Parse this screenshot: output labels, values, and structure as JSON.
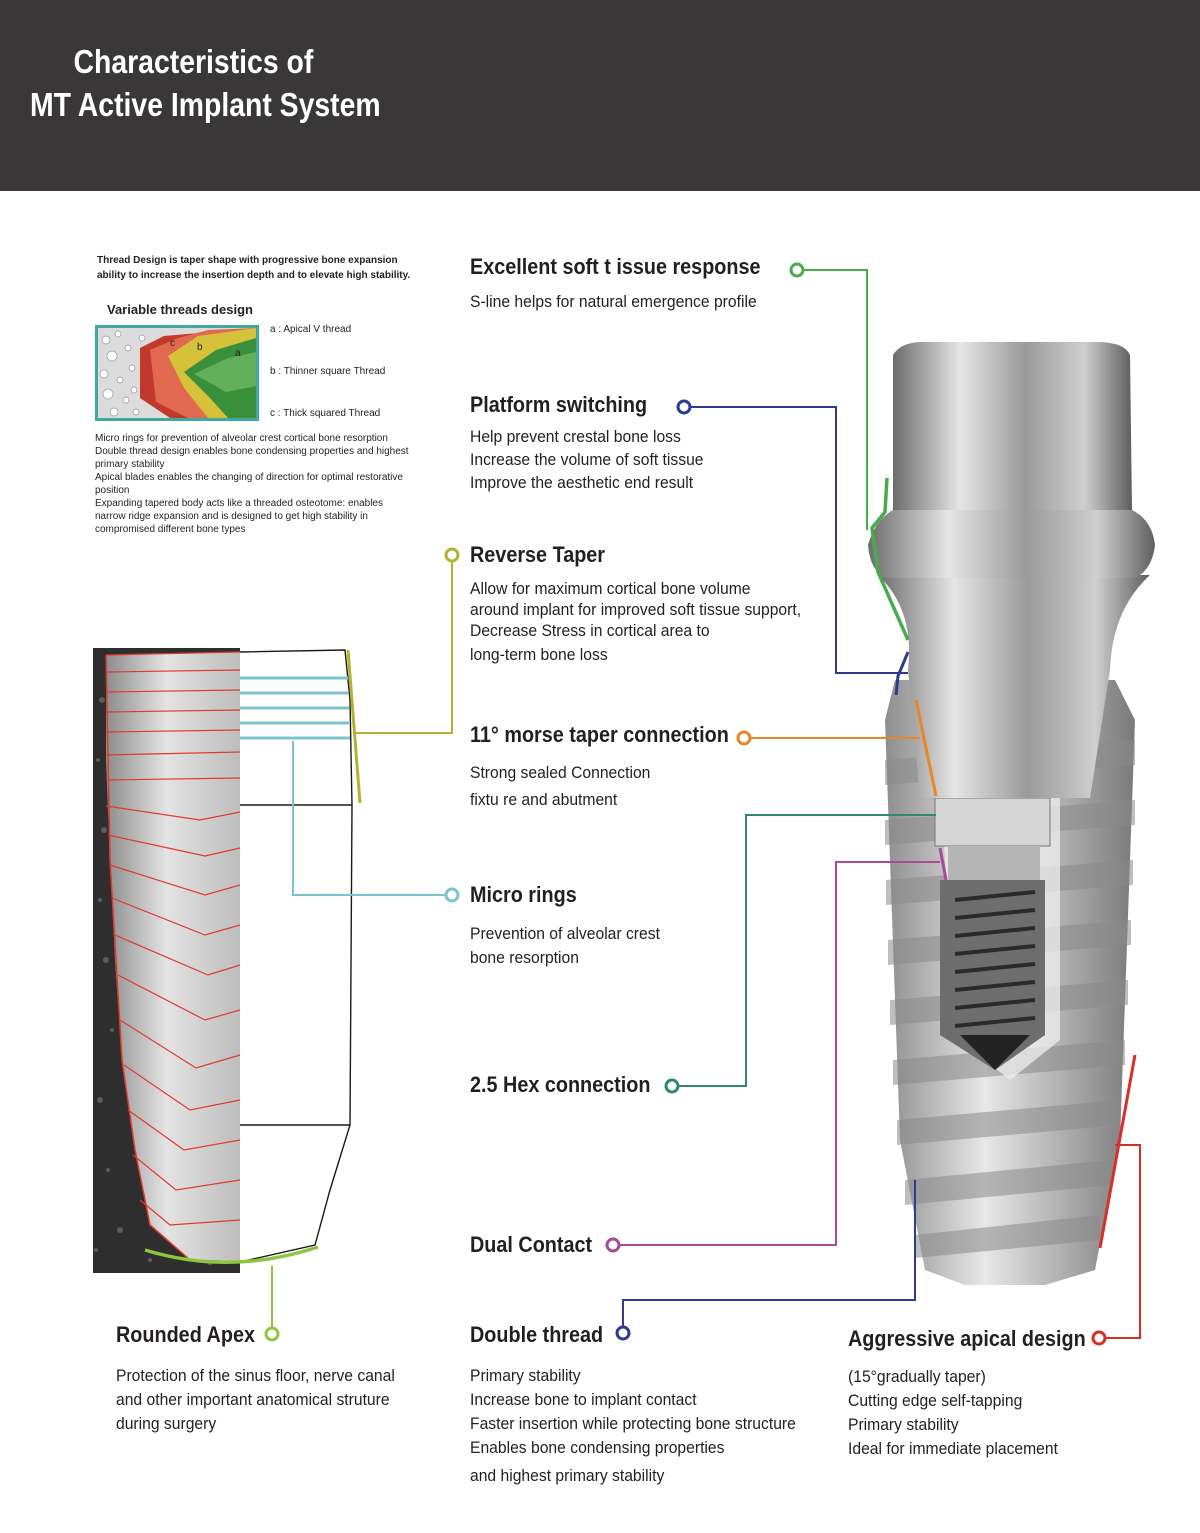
{
  "header": {
    "title_line1": "Characteristics of",
    "title_line2": "MT Active Implant System",
    "background": "#393738"
  },
  "intro": {
    "line1": "Thread Design is taper shape with progressive bone expansion",
    "line2": "ability to increase the insertion depth and to elevate high  stability."
  },
  "variable_threads": {
    "title": "Variable threads design",
    "inset_letters": [
      "c",
      "b",
      "a"
    ],
    "labels": [
      "a : Apical V thread",
      "b : Thinner square Thread",
      "c : Thick squared Thread"
    ]
  },
  "notes": [
    "Micro rings for prevention of alveolar crest cortical bone resorption",
    "Double thread design enables bone condensing properties and highest",
    "primary stability",
    "Apical blades enables the changing of direction for optimal restorative",
    "position",
    "Expanding tapered body acts like a threaded osteotome: enables",
    "narrow ridge expansion and is designed to get high stability in",
    "compromised different bone types"
  ],
  "features": {
    "soft_tissue": {
      "title": "Excellent soft t issue response",
      "lines": [
        "S-line helps for natural emergence profile"
      ],
      "color": "#4aab4a"
    },
    "platform_switching": {
      "title": "Platform switching",
      "lines": [
        "Help prevent crestal bone loss",
        "Increase the volume of soft tissue",
        "Improve the aesthetic end result"
      ],
      "color": "#2e3b8f"
    },
    "reverse_taper": {
      "title": "Reverse Taper",
      "lines": [
        "Allow for maximum cortical bone volume",
        "around implant for improved soft tissue support,",
        "Decrease Stress in cortical area to",
        "long-term bone loss"
      ],
      "color": "#b5b232"
    },
    "morse_taper": {
      "title": "11° morse taper connection",
      "lines": [
        "Strong sealed Connection",
        "fixtu re and abutment"
      ],
      "color": "#e8862a"
    },
    "micro_rings": {
      "title": "Micro rings",
      "lines": [
        "Prevention of alveolar crest",
        "bone resorption"
      ],
      "color": "#7cc4cc"
    },
    "hex": {
      "title": "2.5 Hex connection",
      "lines": [],
      "color": "#2e8a6e"
    },
    "dual_contact": {
      "title": "Dual Contact",
      "lines": [],
      "color": "#a64a9b"
    },
    "double_thread": {
      "title": "Double thread",
      "lines": [
        "Primary stability",
        "Increase bone to implant contact",
        "Faster insertion while protecting bone structure",
        "Enables bone condensing properties",
        "and highest primary stability"
      ],
      "color": "#2e3b8f"
    },
    "apical": {
      "title": "Aggressive apical design",
      "lines": [
        "(15°gradually taper)",
        "Cutting edge self-tapping",
        "Primary stability",
        "Ideal for immediate placement"
      ],
      "color": "#d63027"
    },
    "apex": {
      "title": "Rounded Apex",
      "lines": [
        "Protection of the sinus floor, nerve canal",
        "and other important anatomical struture",
        "during surgery"
      ],
      "color": "#8dc63f"
    }
  }
}
